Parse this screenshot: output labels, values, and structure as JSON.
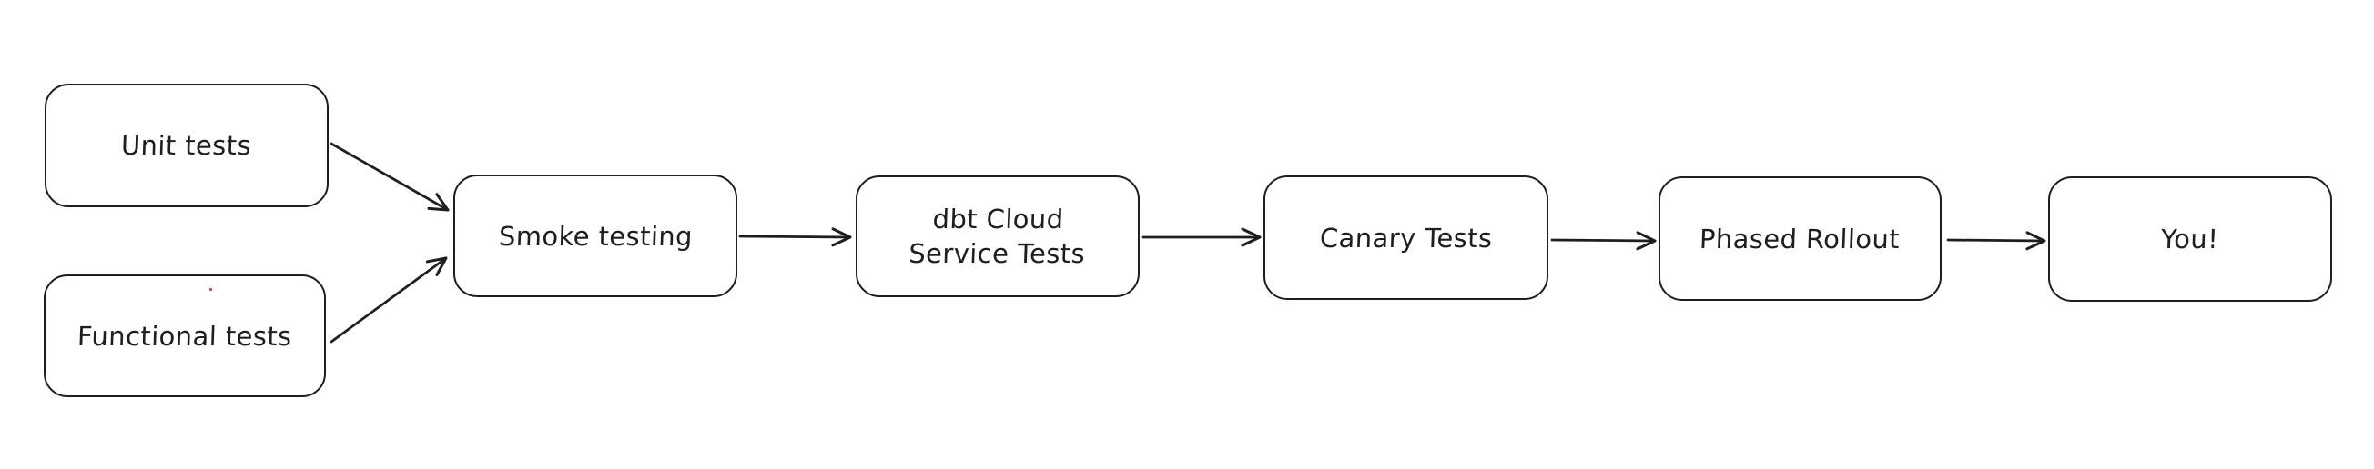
{
  "diagram": {
    "background_color": "#ffffff",
    "stroke_color": "#1e1e1e",
    "text_color": "#1e1e1e",
    "nodes": [
      {
        "id": "unit-tests",
        "label": "Unit tests"
      },
      {
        "id": "functional-tests",
        "label": "Functional tests"
      },
      {
        "id": "smoke-testing",
        "label": "Smoke testing"
      },
      {
        "id": "dbt-cloud-service-tests",
        "label": "dbt Cloud\nService Tests"
      },
      {
        "id": "canary-tests",
        "label": "Canary Tests"
      },
      {
        "id": "phased-rollout",
        "label": "Phased Rollout"
      },
      {
        "id": "you",
        "label": "You!"
      }
    ],
    "edges": [
      {
        "from": "unit-tests",
        "to": "smoke-testing"
      },
      {
        "from": "functional-tests",
        "to": "smoke-testing"
      },
      {
        "from": "smoke-testing",
        "to": "dbt-cloud-service-tests"
      },
      {
        "from": "dbt-cloud-service-tests",
        "to": "canary-tests"
      },
      {
        "from": "canary-tests",
        "to": "phased-rollout"
      },
      {
        "from": "phased-rollout",
        "to": "you"
      }
    ]
  }
}
